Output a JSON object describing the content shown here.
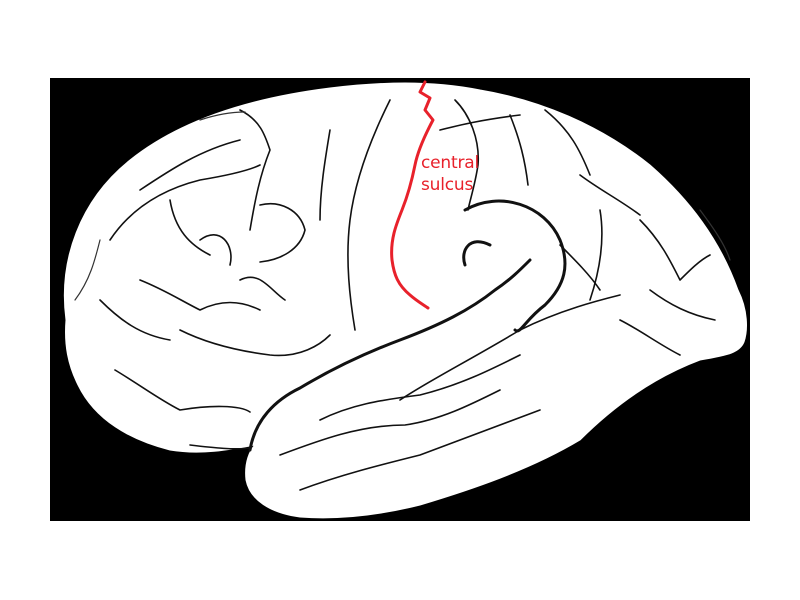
{
  "figure": {
    "subject": "Lateral view of the human brain (left hemisphere)",
    "background_color": "#000000",
    "brain_fill_color": "#ffffff",
    "sulci_color": "#111111"
  },
  "annotation": {
    "line1": "central",
    "line2": "sulcus",
    "color": "#e8212b"
  }
}
